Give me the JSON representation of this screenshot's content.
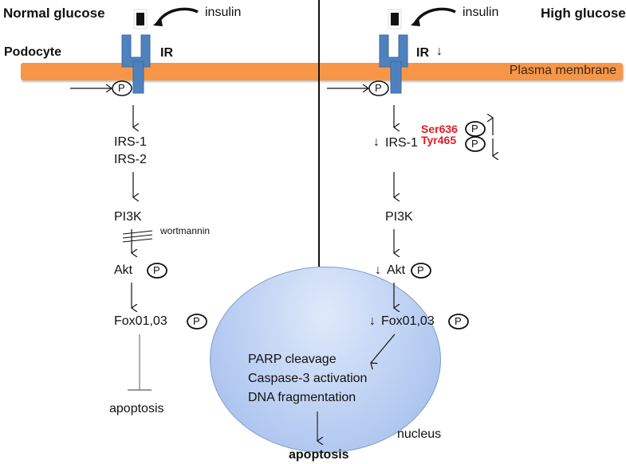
{
  "panels": {
    "left": {
      "title": "Normal glucose",
      "cell_label": "Podocyte",
      "ligand_label": "insulin",
      "receptor_label": "IR",
      "phospho_label": "P",
      "cascade": [
        "IRS-1",
        "IRS-2",
        "PI3K",
        "Akt",
        "Fox01,03"
      ],
      "inhibitor_label": "wortmannin",
      "outcome": "apoptosis"
    },
    "right": {
      "title": "High glucose",
      "ligand_label": "insulin",
      "receptor_label": "IR",
      "receptor_change": "↓",
      "membrane_label": "Plasma membrane",
      "phospho_label": "P",
      "irs": "IRS-1",
      "irs_change": "↓",
      "sites": [
        {
          "label": "Ser636",
          "change": "↑",
          "color": "#e31b23"
        },
        {
          "label": "Tyr465",
          "change": "↓",
          "color": "#e31b23"
        }
      ],
      "pi3k": "PI3K",
      "akt": "Akt",
      "akt_change": "↓",
      "fox": "Fox01,03",
      "fox_change": "↓"
    }
  },
  "nucleus": {
    "label": "nucleus",
    "events": [
      "PARP cleavage",
      "Caspase-3 activation",
      "DNA fragmentation"
    ],
    "outcome": "apoptosis"
  },
  "colors": {
    "membrane": "#f79646",
    "receptor": "#4f81bd",
    "nucleus": "#b8cdf2",
    "highlight": "#e31b23"
  }
}
